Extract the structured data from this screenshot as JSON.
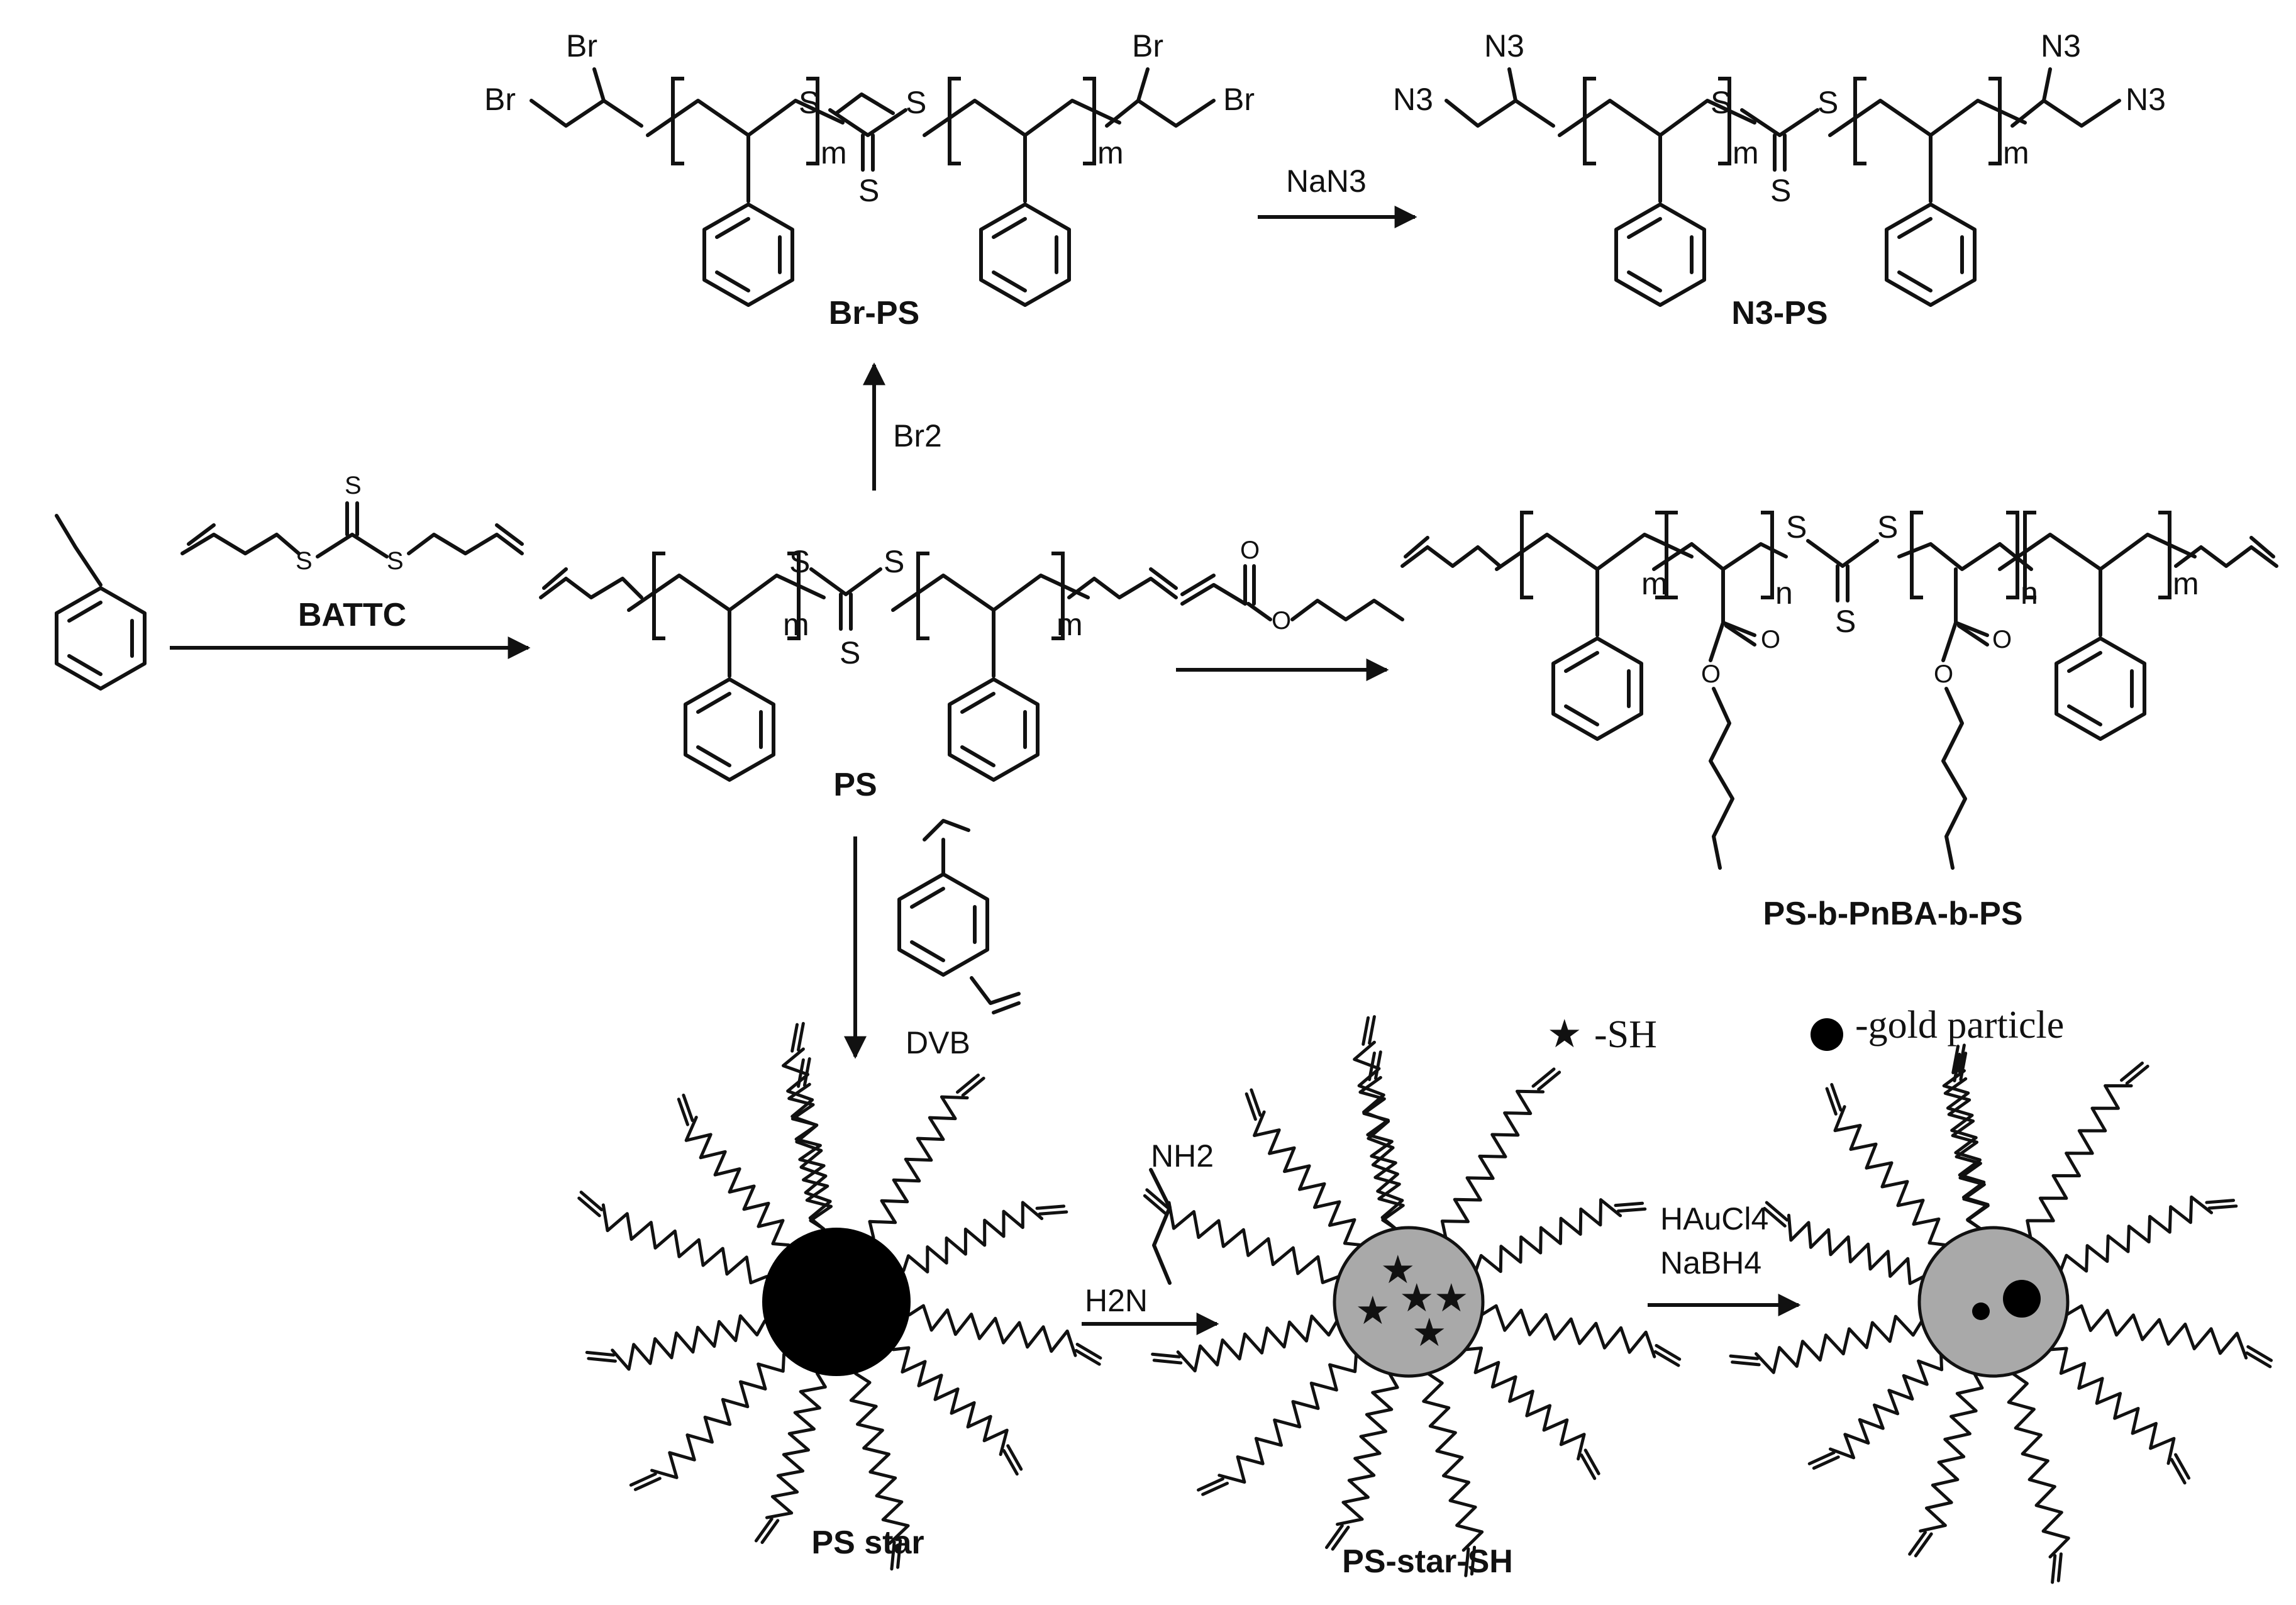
{
  "compounds": {
    "br_ps": "Br-PS",
    "n3_ps": "N3-PS",
    "ps": "PS",
    "battc": "BATTC",
    "block": "PS-b-PnBA-b-PS",
    "ps_star": "PS star",
    "ps_star_sh": "PS-star-SH"
  },
  "reagents": {
    "nan3": "NaN3",
    "br2": "Br2",
    "dvb": "DVB",
    "nh2": "NH2",
    "h2n": "H2N",
    "haucl4": "HAuCl4",
    "nabh4": "NaBH4"
  },
  "atoms": {
    "br": "Br",
    "s": "S",
    "n3": "N3",
    "o": "O",
    "m": "m",
    "n": "n"
  },
  "legend": {
    "sh": "-SH",
    "gold": "-gold particle"
  },
  "colors": {
    "core_black": "#000000",
    "core_grey": "#a9a9a9",
    "ink": "#111111"
  }
}
